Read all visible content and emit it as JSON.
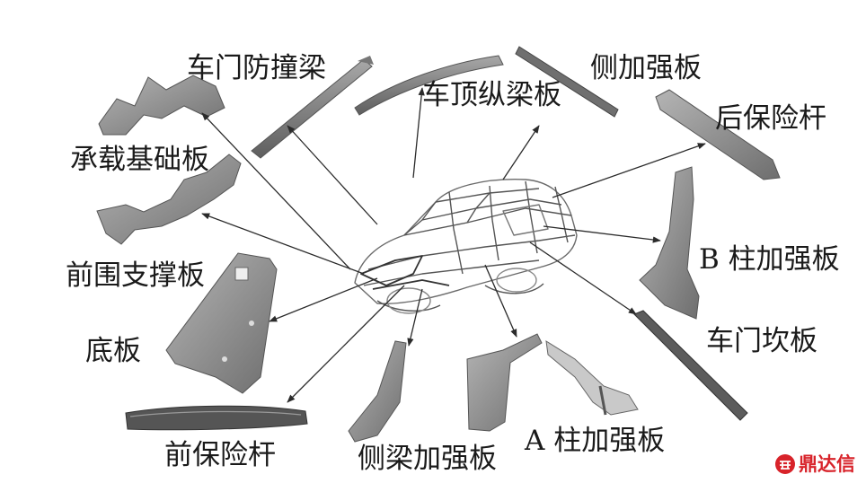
{
  "labels": {
    "door_impact_beam": "车门防撞梁",
    "roof_rail": "车顶纵梁板",
    "side_reinforcement": "侧加强板",
    "rear_bumper_bar": "后保险杆",
    "load_base_plate": "承载基础板",
    "dash_support_plate": "前围支撑板",
    "b_pillar_reinforcement": "B 柱加强板",
    "floor_panel": "底板",
    "door_sill_plate": "车门坎板",
    "front_bumper_bar": "前保险杆",
    "side_beam_reinforcement": "侧梁加强板",
    "a_pillar_reinforcement": "A 柱加强板"
  },
  "logo": {
    "text": "鼎达信",
    "brand_color": "#d8232a",
    "icon": "dingdaxin-logo-icon"
  },
  "colors": {
    "part_gray": "#8a8a8a",
    "line": "#2b2b2b"
  }
}
